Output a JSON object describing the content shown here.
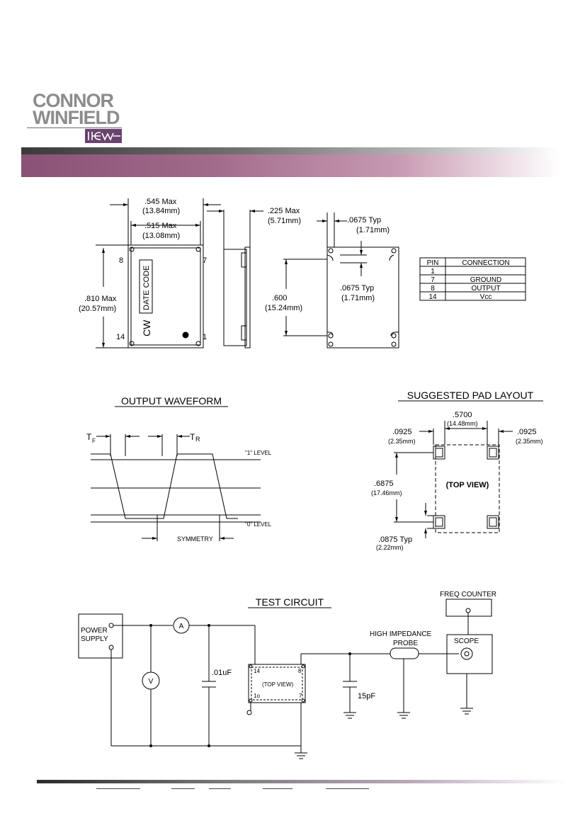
{
  "logo": {
    "line1": "CONNOR",
    "line2": "WINFIELD",
    "mark": "ICW"
  },
  "mech": {
    "w1": ".545  Max",
    "w1mm": "(13.84mm)",
    "w2": ".515  Max",
    "w2mm": "(13.08mm)",
    "h1": ".810  Max",
    "h1mm": "(20.57mm)",
    "t1": ".225  Max",
    "t1mm": "(5.71mm)",
    "typ1": ".0675  Typ",
    "typ1mm": "(1.71mm)",
    "typ2": ".0675  Typ",
    "typ2mm": "(1.71mm)",
    "pitch": ".600",
    "pitchmm": "(15.24mm)",
    "pin8": "8",
    "pin7": "7",
    "pin14": "14",
    "pin1": "1",
    "datecode": "DATE  CODE",
    "cw": "CW"
  },
  "pin_table": {
    "headers": [
      "PIN",
      "CONNECTION"
    ],
    "rows": [
      [
        "1",
        ""
      ],
      [
        "7",
        "GROUND"
      ],
      [
        "8",
        "OUTPUT"
      ],
      [
        "14",
        "Vcc"
      ]
    ]
  },
  "waveform": {
    "title": "OUTPUT  WAVEFORM",
    "tf": "T",
    "tf_sub": "F",
    "tr": "T",
    "tr_sub": "R",
    "level1": "\"1\"  LEVEL",
    "level0": "\"0\"  LEVEL",
    "symmetry": "SYMMETRY"
  },
  "pad": {
    "title": "SUGGESTED  PAD  LAYOUT",
    "span": ".5700",
    "spanmm": "(14.48mm)",
    "left": ".0925",
    "leftmm": "(2.35mm)",
    "right": ".0925",
    "rightmm": "(2.35mm)",
    "height": ".6875",
    "heightmm": "(17.46mm)",
    "typ": ".0875  Typ",
    "typmm": "(2.22mm)",
    "view": "(TOP VIEW)"
  },
  "test": {
    "title": "TEST  CIRCUIT",
    "power": "POWER",
    "supply": "SUPPLY",
    "ammeter": "A",
    "voltmeter": "V",
    "cap1": ".01uF",
    "cap2": "15pF",
    "probe1": "HIGH  IMPEDANCE",
    "probe2": "PROBE",
    "scope": "SCOPE",
    "freq": "FREQ  COUNTER",
    "view": "(TOP  VIEW)",
    "p14": "14",
    "p8": "8",
    "p1": "1o",
    "p7": "7"
  }
}
